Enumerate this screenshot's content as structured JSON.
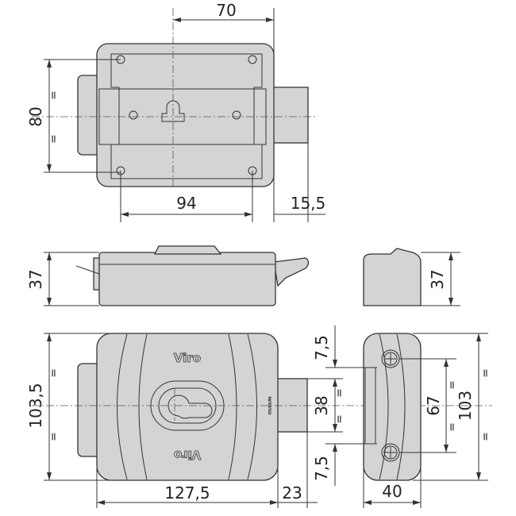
{
  "top_view": {
    "dim_width_offset": "70",
    "dim_height": "80",
    "dim_screw_spacing": "94",
    "dim_bolt": "15,5"
  },
  "side_view": {
    "dim_depth": "37",
    "dim_end_depth": "37"
  },
  "front_view": {
    "brand_top": "Viro",
    "brand_bottom": "Viro",
    "patent_mark": "PATENTED",
    "dim_height": "103,5",
    "dim_width": "127,5",
    "dim_bolt_projection": "23",
    "dim_top_offset": "7,5",
    "dim_bolt_height": "38",
    "dim_bottom_offset": "7,5"
  },
  "strike_plate": {
    "dim_screw_spacing": "67",
    "dim_height": "103",
    "dim_width": "40"
  },
  "equal_mark": "="
}
